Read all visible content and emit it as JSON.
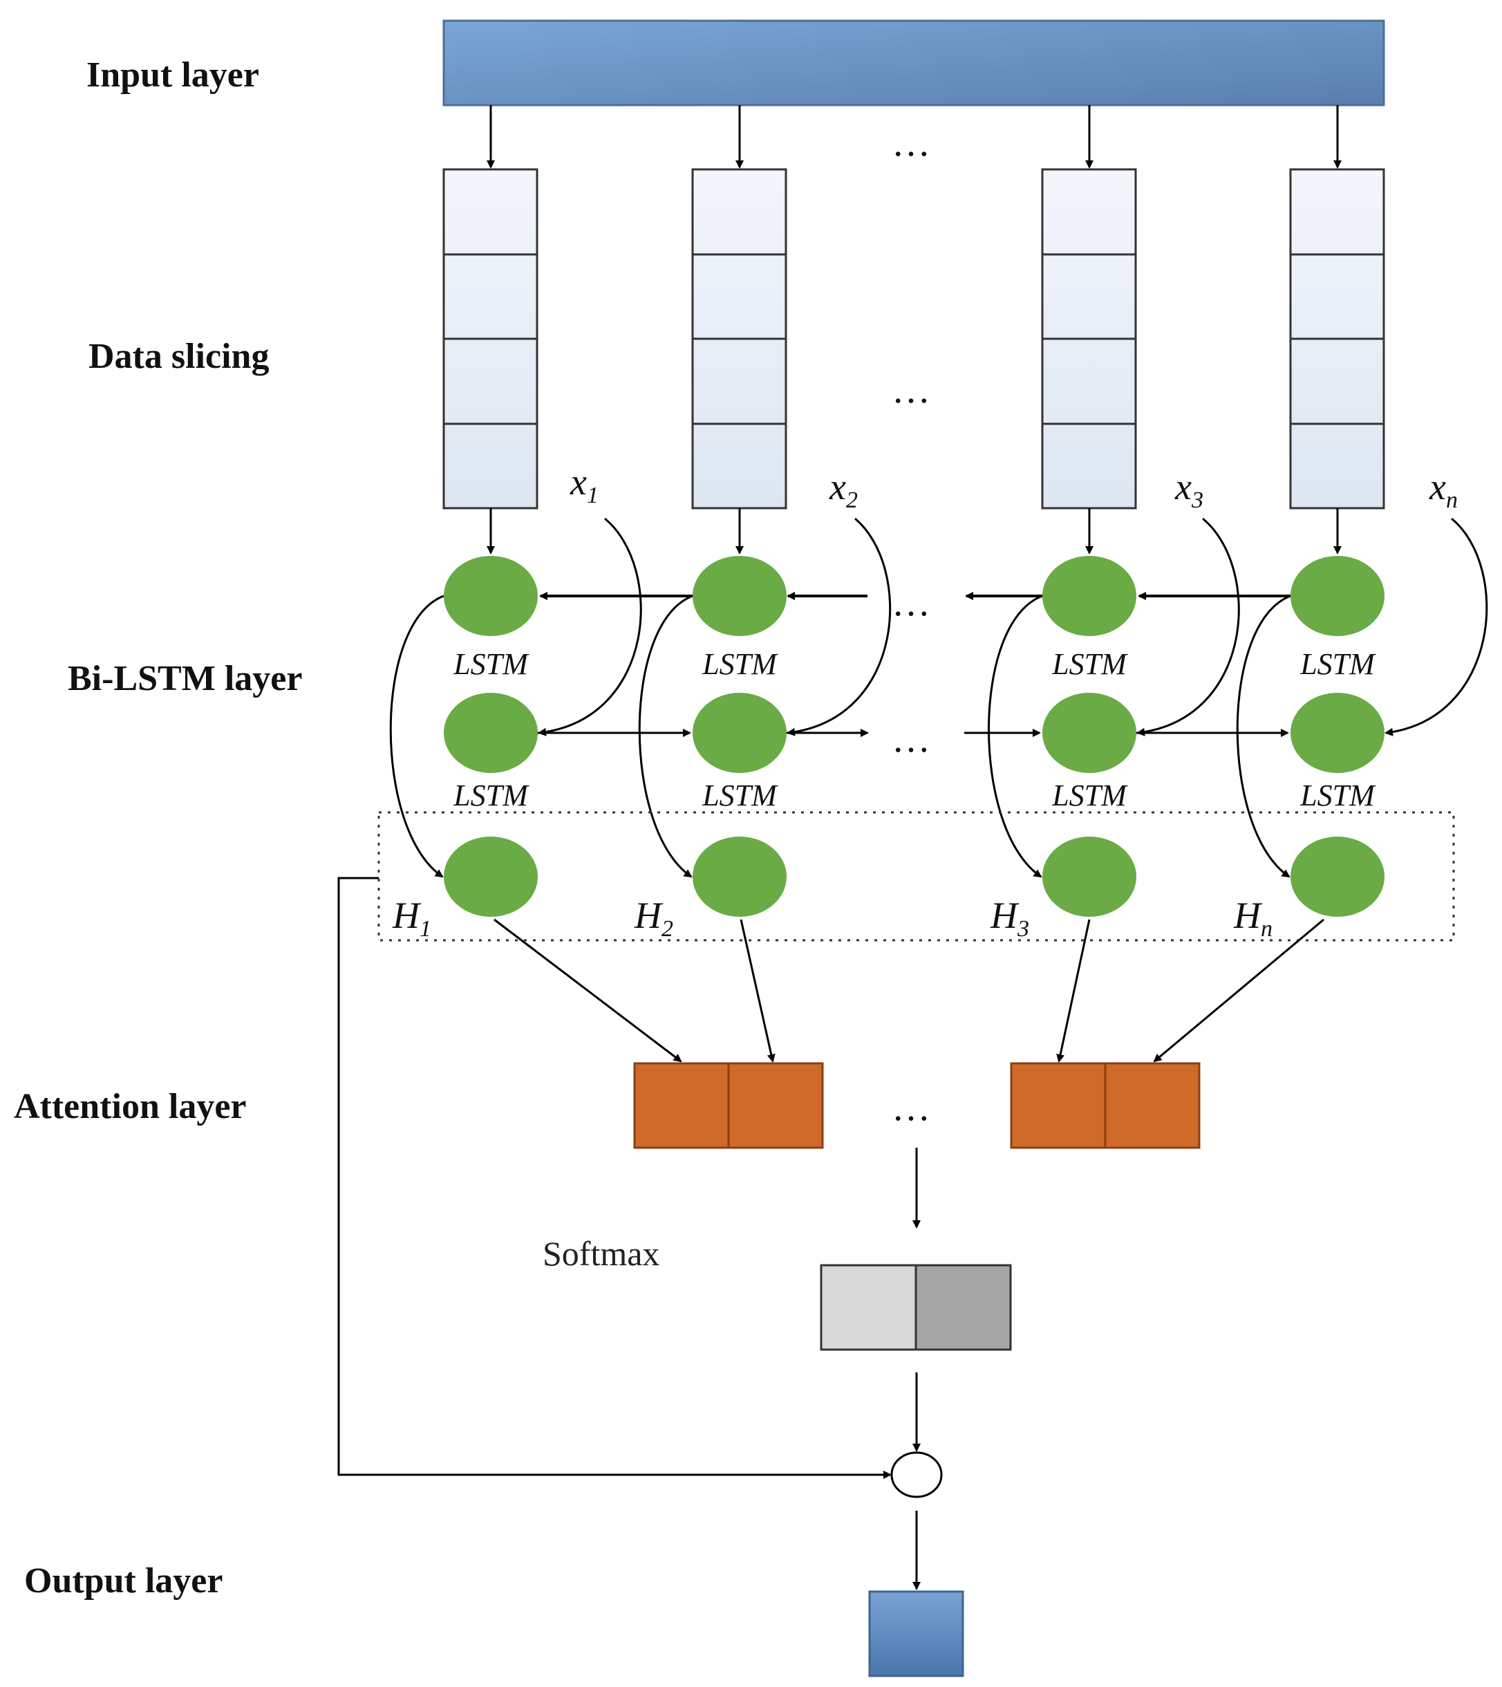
{
  "labels": {
    "input_layer": "Input layer",
    "data_slicing": "Data slicing",
    "bilstm_layer": "Bi-LSTM layer",
    "attention_layer": "Attention layer",
    "output_layer": "Output layer",
    "softmax": "Softmax"
  },
  "lstm_label": "LSTM",
  "ellipsis": "…",
  "inputs": [
    {
      "base": "x",
      "sub": "1"
    },
    {
      "base": "x",
      "sub": "2"
    },
    {
      "base": "x",
      "sub": "3"
    },
    {
      "base": "x",
      "sub": "n"
    }
  ],
  "hidden": [
    {
      "base": "H",
      "sub": "1"
    },
    {
      "base": "H",
      "sub": "2"
    },
    {
      "base": "H",
      "sub": "3"
    },
    {
      "base": "H",
      "sub": "n"
    }
  ],
  "colors": {
    "input_bar": "#6b93c4",
    "lstm_node": "#6aab45",
    "attention_block": "#cf6a2a",
    "softmax_light": "#d9d9d9",
    "softmax_dark": "#a6a6a6",
    "output_block": "#5b86bf"
  }
}
